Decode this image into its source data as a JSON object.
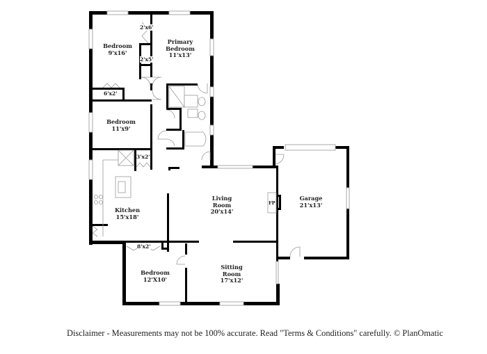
{
  "floorplan": {
    "rooms": [
      {
        "id": "bedroom-1",
        "name": "Bedroom",
        "dims": "9'x16'"
      },
      {
        "id": "primary-bedroom",
        "name": "Primary Bedroom",
        "line1": "Primary",
        "line2": "Bedroom",
        "dims": "11'x13'"
      },
      {
        "id": "bedroom-2",
        "name": "Bedroom",
        "dims": "11'x9'"
      },
      {
        "id": "kitchen",
        "name": "Kitchen",
        "dims": "15'x18'"
      },
      {
        "id": "living-room",
        "name": "Living Room",
        "line1": "Living",
        "line2": "Room",
        "dims": "20'x14'"
      },
      {
        "id": "garage",
        "name": "Garage",
        "dims": "21'x13'"
      },
      {
        "id": "bedroom-3",
        "name": "Bedroom",
        "dims": "12'X10'"
      },
      {
        "id": "sitting-room",
        "name": "Sitting Room",
        "line1": "Sitting",
        "line2": "Room",
        "dims": "17'x12'"
      }
    ],
    "closets": [
      {
        "id": "closet-primary-1",
        "dims": "2'x6'"
      },
      {
        "id": "closet-primary-2",
        "dims": "2'x5'"
      },
      {
        "id": "closet-bedroom-1",
        "dims": "6'x2'"
      },
      {
        "id": "closet-kitchen",
        "dims": "3'x2'"
      },
      {
        "id": "closet-bedroom-3",
        "dims": "8'x2'"
      }
    ],
    "fireplace_label": "FP"
  },
  "footer": {
    "disclaimer": "Disclaimer - Measurements may not be 100% accurate. Read \"Terms & Conditions\" carefully. © PlanOmatic"
  }
}
